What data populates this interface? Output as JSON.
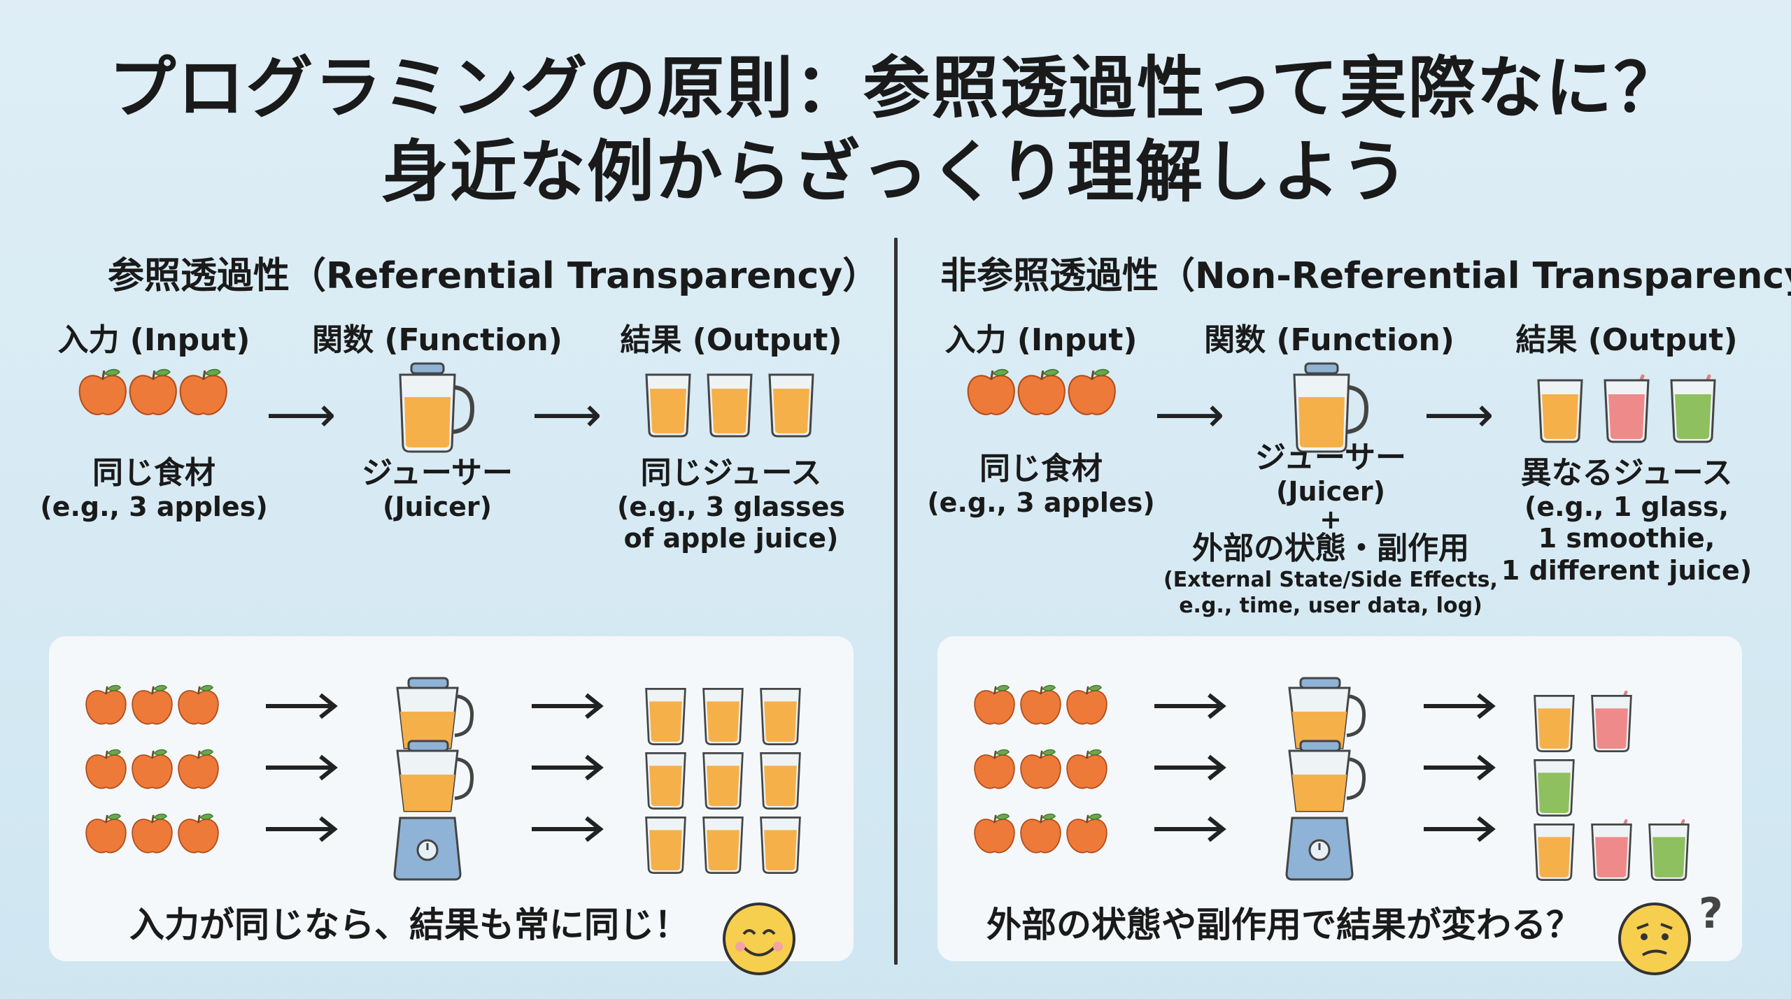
{
  "title": {
    "line1": "プログラミングの原則：参照透過性って実際なに？",
    "line2": "身近な例からざっくり理解しよう"
  },
  "left": {
    "heading": "参照透過性（Referential Transparency）",
    "col_input": "入力 (Input)",
    "col_function": "関数 (Function)",
    "col_output": "結果 (Output)",
    "input_jp": "同じ食材",
    "input_en": "(e.g., 3 apples)",
    "function_jp": "ジューサー",
    "function_en": "(Juicer)",
    "output_jp": "同じジュース",
    "output_en1": "(e.g., 3 glasses",
    "output_en2": "of apple juice)",
    "caption": "入力が同じなら、結果も常に同じ！"
  },
  "right": {
    "heading": "非参照透過性（Non-Referential Transparency）",
    "col_input": "入力 (Input)",
    "col_function": "関数 (Function)",
    "col_output": "結果 (Output)",
    "input_jp": "同じ食材",
    "input_en": "(e.g., 3 apples)",
    "function_jp": "ジューサー",
    "function_en": "(Juicer)",
    "plus": "+",
    "external_jp": "外部の状態・副作用",
    "external_en1": "(External State/Side Effects,",
    "external_en2": "e.g., time, user data, log)",
    "output_jp": "異なるジュース",
    "output_en1": "(e.g., 1 glass,",
    "output_en2": "1 smoothie,",
    "output_en3": "1 different juice)",
    "caption": "外部の状態や副作用で結果が変わる？",
    "question_mark": "?"
  },
  "colors": {
    "apple": "#ee7a3a",
    "apple_leaf": "#6aa84f",
    "juice_orange": "#f6b04a",
    "juice_pink": "#ef8a8a",
    "juice_green": "#8fc060",
    "blender_base": "#8fb3d6",
    "smiley": "#f7cf4f",
    "arrow": "#222222"
  },
  "icons": {
    "input": "apple-icon",
    "function": "juicer-icon",
    "output": "juice-glass-icon",
    "happy": "smiley-face-icon",
    "confused": "confused-face-icon"
  }
}
